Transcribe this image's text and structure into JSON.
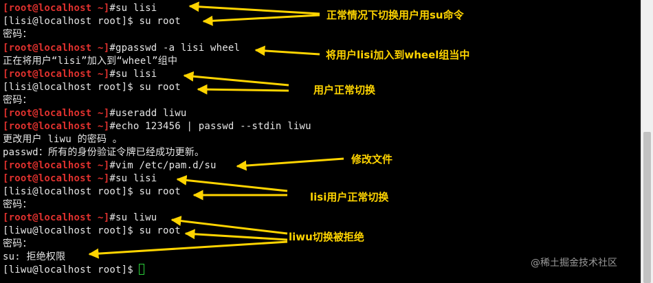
{
  "terminal": {
    "lines": [
      {
        "prompt": "[root@localhost ~]",
        "text": "#su lisi"
      },
      {
        "prompt": "",
        "text": "[lisi@localhost root]$ su root"
      },
      {
        "prompt": "",
        "text": "密码："
      },
      {
        "prompt": "[root@localhost ~]",
        "text": "#gpasswd -a lisi wheel"
      },
      {
        "prompt": "",
        "text": "正在将用户“lisi”加入到“wheel”组中"
      },
      {
        "prompt": "[root@localhost ~]",
        "text": "#su lisi"
      },
      {
        "prompt": "",
        "text": "[lisi@localhost root]$ su root"
      },
      {
        "prompt": "",
        "text": "密码："
      },
      {
        "prompt": "[root@localhost ~]",
        "text": "#useradd liwu"
      },
      {
        "prompt": "[root@localhost ~]",
        "text": "#echo 123456 | passwd --stdin liwu"
      },
      {
        "prompt": "",
        "text": "更改用户 liwu 的密码 。"
      },
      {
        "prompt": "",
        "text": "passwd：所有的身份验证令牌已经成功更新。"
      },
      {
        "prompt": "[root@localhost ~]",
        "text": "#vim /etc/pam.d/su"
      },
      {
        "prompt": "[root@localhost ~]",
        "text": "#su lisi"
      },
      {
        "prompt": "",
        "text": "[lisi@localhost root]$ su root"
      },
      {
        "prompt": "",
        "text": "密码："
      },
      {
        "prompt": "[root@localhost ~]",
        "text": "#su liwu"
      },
      {
        "prompt": "",
        "text": "[liwu@localhost root]$ su root"
      },
      {
        "prompt": "",
        "text": "密码："
      },
      {
        "prompt": "",
        "text": "su: 拒绝权限"
      },
      {
        "prompt": "",
        "text": "[liwu@localhost root]$"
      }
    ]
  },
  "annotations": [
    "正常情况下切换用户用su命令",
    "将用户lisi加入到wheel组当中",
    "用户正常切换",
    "修改文件",
    "lisi用户正常切换",
    "liwu切换被拒绝"
  ],
  "watermark": "@稀土掘金技术社区",
  "colors": {
    "background": "#000000",
    "text": "#e6e6e6",
    "root_prompt": "#e0312e",
    "annotation": "#ffd400",
    "cursor": "#2ad13a"
  }
}
